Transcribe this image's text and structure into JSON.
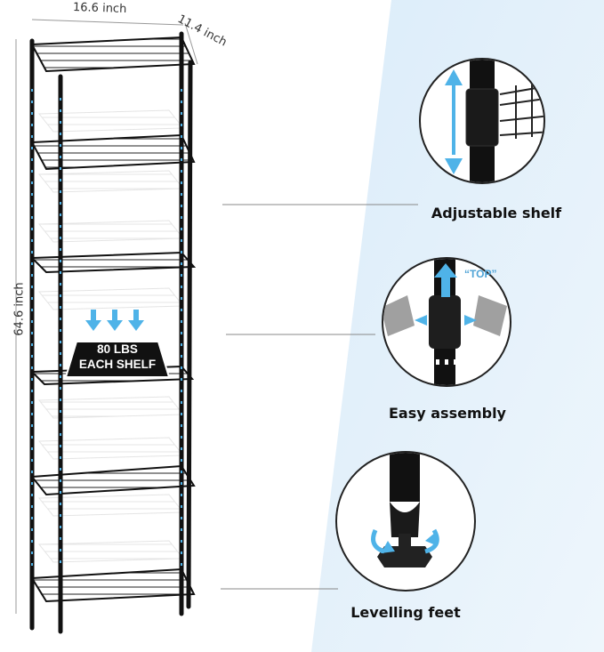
{
  "dimensions": {
    "width": "16.6 inch",
    "depth": "11.4 inch",
    "height": "64.6 inch"
  },
  "badge": {
    "line1": "80 LBS",
    "line2": "EACH SHELF"
  },
  "features": [
    {
      "label": "Adjustable shelf",
      "icon": "adjustable-shelf-closeup"
    },
    {
      "label": "Easy assembly",
      "icon": "assembly-connector-closeup"
    },
    {
      "label": "Levelling feet",
      "icon": "levelling-foot-closeup"
    }
  ],
  "top_tag": "“TOP”",
  "colors": {
    "panel": "#d9ebf8",
    "accent_blue": "#4fb3e8",
    "rack": "#111111"
  }
}
